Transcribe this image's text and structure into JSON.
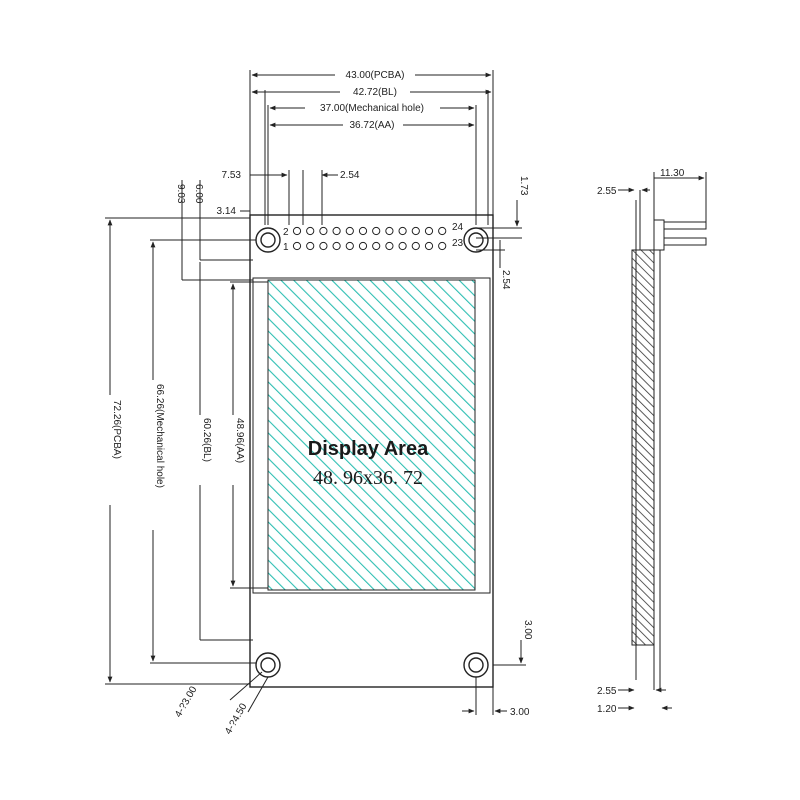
{
  "display": {
    "title": "Display Area",
    "size": "48. 96x36. 72",
    "hatch_color": "#2fbfb3"
  },
  "dims_top": {
    "pcba_width": "43.00(PCBA)",
    "bl_width": "42.72(BL)",
    "mech_hole_width": "37.00(Mechanical hole)",
    "aa_width": "36.72(AA)",
    "pin_offset": "7.53",
    "pin_pitch": "2.54",
    "pin_row_offset": "3.14"
  },
  "dims_left": {
    "d903": "9.03",
    "d600": "6.00",
    "pcba_height": "72.26(PCBA)",
    "mech_hole_height": "66.26(Mechanical hole)",
    "bl_height": "60.26(BL)",
    "aa_height": "48.96(AA)"
  },
  "dims_right": {
    "d173": "1.73",
    "d254": "2.54",
    "d300_side": "3.00",
    "d300_bottom": "3.00"
  },
  "holes": {
    "hole_dia": "4-?3.00",
    "pad_dia": "4-?4.50"
  },
  "pins": {
    "p2": "2",
    "p1": "1",
    "p24": "24",
    "p23": "23"
  },
  "side_view": {
    "width": "11.30",
    "top_thk": "2.55",
    "bottom_thk": "2.55",
    "base_thk": "1.20"
  }
}
